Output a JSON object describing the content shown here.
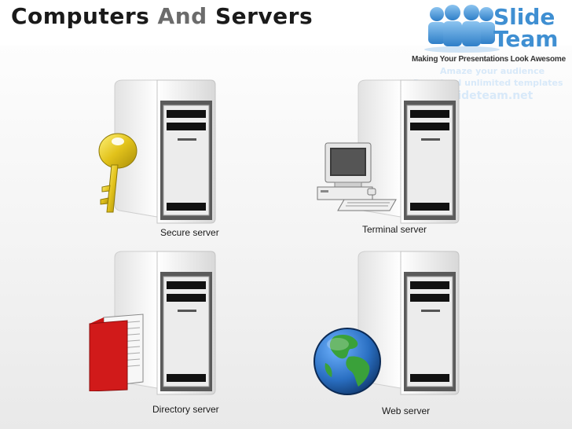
{
  "slide": {
    "title_part1": "Computers",
    "title_part2": "And",
    "title_part3": "Servers"
  },
  "logo": {
    "brand_line1": "Slide",
    "brand_line2": "Team",
    "tagline": "Making Your Presentations Look Awesome",
    "promo_line1": "Amaze your audience",
    "promo_line2": "Download unlimited templates",
    "promo_line3": "www.slideteam.net"
  },
  "servers": [
    {
      "label": "Secure server",
      "icon": "key-icon"
    },
    {
      "label": "Terminal server",
      "icon": "desktop-computer-icon"
    },
    {
      "label": "Directory server",
      "icon": "book-icon"
    },
    {
      "label": "Web server",
      "icon": "globe-icon"
    }
  ],
  "colors": {
    "title_dark": "#1a1a1a",
    "title_gray": "#6b6b6b",
    "brand_blue": "#3f8fd2",
    "key_gold": "#e2c21b",
    "book_red": "#d11a1a",
    "globe_blue": "#2a6fc2",
    "globe_green": "#3aa13a"
  }
}
